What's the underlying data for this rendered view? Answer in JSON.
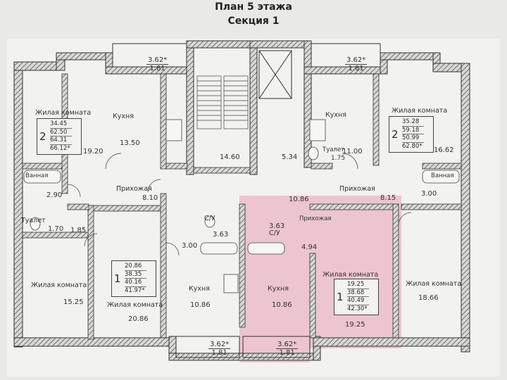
{
  "header": {
    "title": "План 5 этажа",
    "subtitle": "Секция 1"
  },
  "rooms": {
    "living_a": "Жилая комната",
    "living_b": "Жилая комната",
    "living_c": "Жилая комната",
    "living_d": "Жилая комната",
    "living_e": "Жилая комната",
    "living_f": "Жилая комната",
    "kitchen_a": "Кухня",
    "kitchen_b": "Кухня",
    "kitchen_c": "Кухня",
    "kitchen_d": "Кухня",
    "hall_a": "Прихожая",
    "hall_b": "Прихожая",
    "hall_c": "Прихожая",
    "bath_a": "Ванная",
    "bath_b": "Ванная",
    "wc_a": "Туалет",
    "wc_b": "Туалет",
    "cu_a": "С/У",
    "cu_b": "С/У"
  },
  "areas": {
    "a1920": "19.20",
    "a1350": "13.50",
    "a1460": "14.60",
    "a534": "5.34",
    "a1100": "11.00",
    "a1662": "16.62",
    "a290": "2.90",
    "a810": "8.10",
    "a1086h": "10.86",
    "a815": "8.15",
    "a300r": "3.00",
    "a170": "1.70",
    "a185": "1.85",
    "a175": "1.75",
    "a363a": "3.63",
    "a363b": "3.63",
    "a300c": "3.00",
    "a494": "4.94",
    "a1525": "15.25",
    "a2086": "20.86",
    "a1086k1": "10.86",
    "a1086k2": "10.86",
    "a1925": "19.25",
    "a1866": "18.66"
  },
  "balconies": [
    {
      "top": "3.62*",
      "bottom": "1.81"
    },
    {
      "top": "3.62*",
      "bottom": "1.81"
    },
    {
      "top": "3.62*",
      "bottom": "1.81"
    },
    {
      "top": "3.62*",
      "bottom": "1.81"
    }
  ],
  "apartments": [
    {
      "rooms": "2",
      "values": [
        "34.45",
        "62.50",
        "64.31",
        "66.12*"
      ]
    },
    {
      "rooms": "2",
      "values": [
        "35.28",
        "59.18",
        "50.99",
        "62.80*"
      ]
    },
    {
      "rooms": "1",
      "values": [
        "20.86",
        "38.35",
        "40.16",
        "41.97*"
      ]
    },
    {
      "rooms": "1",
      "values": [
        "19.25",
        "38.68",
        "40.49",
        "42.30*"
      ]
    }
  ],
  "colors": {
    "wall": "#4a4a4a",
    "hatch": "#8a8a8a",
    "highlight": "#e8a0b8",
    "paper": "#f2f2ee"
  }
}
